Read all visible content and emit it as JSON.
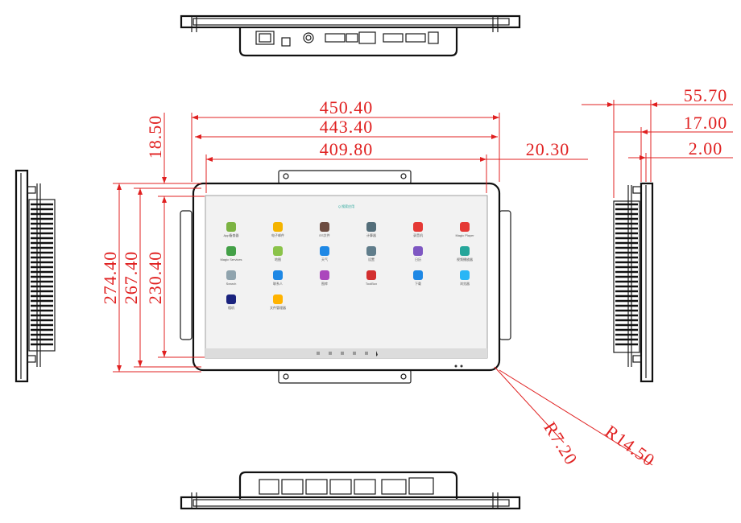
{
  "dimensions": {
    "overall_width": "450.40",
    "frame_width": "443.40",
    "screen_width": "409.80",
    "right_offset": "20.30",
    "top_offset": "18.50",
    "overall_height": "274.40",
    "frame_height": "267.40",
    "screen_height": "230.40",
    "depth_total": "55.70",
    "depth_mid": "17.00",
    "depth_small": "2.00",
    "outer_radius": "R14.50",
    "inner_radius": "R7.20"
  },
  "screen": {
    "search_hint": "Q 搜索应用",
    "apps": [
      {
        "label": "App备查器",
        "color": "#7cb342",
        "icon": "android-icon"
      },
      {
        "label": "电子邮件",
        "color": "#f4b400",
        "icon": "email-icon"
      },
      {
        "label": "ES文件",
        "color": "#6d4c41",
        "icon": "file-icon"
      },
      {
        "label": "计算器",
        "color": "#546e7a",
        "icon": "calculator-icon"
      },
      {
        "label": "录音机",
        "color": "#e53935",
        "icon": "recorder-icon"
      },
      {
        "label": "Magic Player",
        "color": "#e53935",
        "icon": "player-icon"
      },
      {
        "label": "Magic Services",
        "color": "#43a047",
        "icon": "services-icon"
      },
      {
        "label": "地图",
        "color": "#8bc34a",
        "icon": "map-icon"
      },
      {
        "label": "天气",
        "color": "#1e88e5",
        "icon": "weather-icon"
      },
      {
        "label": "设置",
        "color": "#607d8b",
        "icon": "settings-icon"
      },
      {
        "label": "日历",
        "color": "#7e57c2",
        "icon": "calendar-icon"
      },
      {
        "label": "视频播放器",
        "color": "#26a69a",
        "icon": "video-icon"
      },
      {
        "label": "Search",
        "color": "#90a4ae",
        "icon": "search-icon"
      },
      {
        "label": "联系人",
        "color": "#1e88e5",
        "icon": "contacts-icon"
      },
      {
        "label": "图库",
        "color": "#ab47bc",
        "icon": "gallery-icon"
      },
      {
        "label": "ToolBox",
        "color": "#d32f2f",
        "icon": "toolbox-icon"
      },
      {
        "label": "下载",
        "color": "#1e88e5",
        "icon": "download-icon"
      },
      {
        "label": "浏览器",
        "color": "#29b6f6",
        "icon": "browser-icon"
      },
      {
        "label": "相机",
        "color": "#1a237e",
        "icon": "camera-icon"
      },
      {
        "label": "文件管理器",
        "color": "#ffb300",
        "icon": "folder-icon"
      }
    ]
  }
}
